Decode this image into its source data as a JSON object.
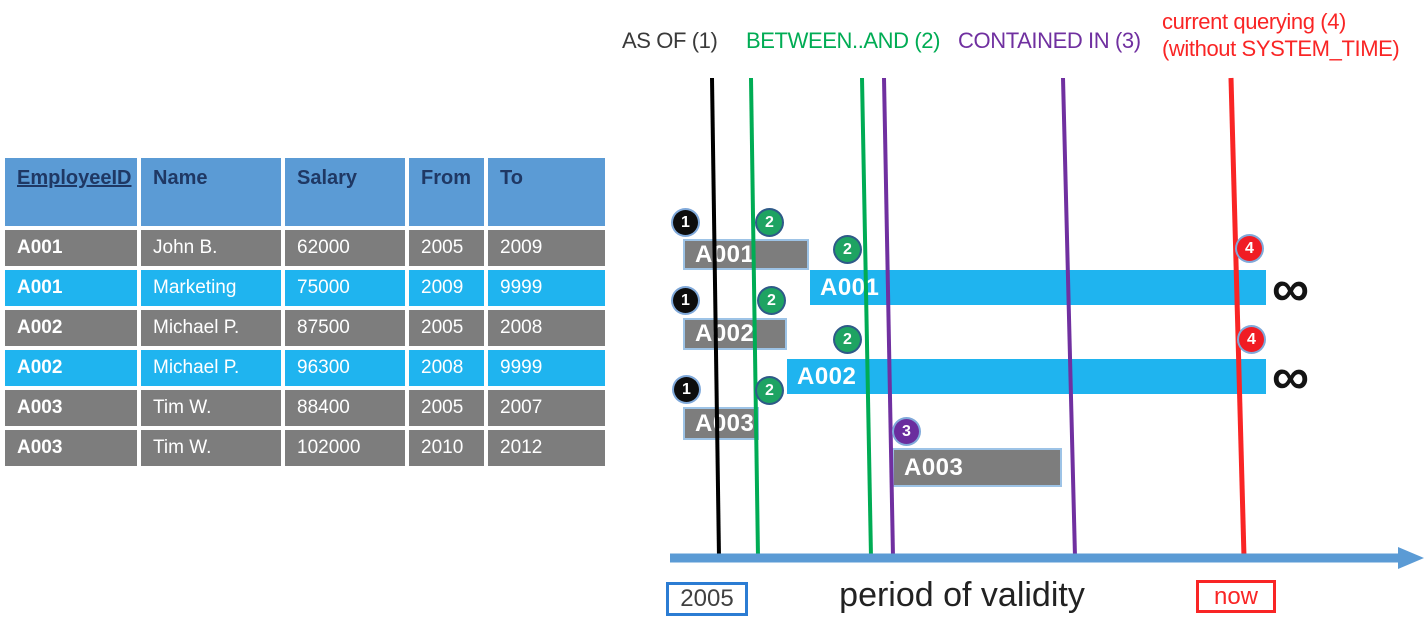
{
  "colors": {
    "line_black": "#000000",
    "green": "#00ac54",
    "purple": "#7030a0",
    "red": "#f92525",
    "axis_blue": "#5b9bd5",
    "table_header_blue": "#5b9bd5",
    "table_header_text": "#1f3864",
    "gray_bar": "#7d7d7d",
    "cyan_bar": "#1fb4ef",
    "bar_border": "#9dc3e6"
  },
  "legend": {
    "as_of": "AS OF (1)",
    "between_and": "BETWEEN..AND (2)",
    "contained_in": "CONTAINED IN (3)",
    "current_line1": "current querying (4)",
    "current_line2": "(without SYSTEM_TIME)"
  },
  "table": {
    "headers": [
      "EmployeeID",
      "Name",
      "Salary",
      "From",
      "To"
    ],
    "rows": [
      {
        "cells": [
          "A001",
          "John  B.",
          "62000",
          "2005",
          "2009"
        ]
      },
      {
        "cells": [
          "A001",
          "Marketing",
          "75000",
          "2009",
          "9999"
        ]
      },
      {
        "cells": [
          "A002",
          "Michael P.",
          "87500",
          "2005",
          "2008"
        ]
      },
      {
        "cells": [
          "A002",
          "Michael P.",
          "96300",
          "2008",
          "9999"
        ]
      },
      {
        "cells": [
          "A003",
          "Tim W.",
          "88400",
          "2005",
          "2007"
        ]
      },
      {
        "cells": [
          "A003",
          "Tim W.",
          "102000",
          "2010",
          "2012"
        ]
      }
    ]
  },
  "diagram": {
    "bars": [
      {
        "label": "A001",
        "variant": "gray"
      },
      {
        "label": "A001",
        "variant": "cyan"
      },
      {
        "label": "A002",
        "variant": "gray"
      },
      {
        "label": "A002",
        "variant": "cyan"
      },
      {
        "label": "A003",
        "variant": "gray"
      },
      {
        "label": "A003",
        "variant": "gray"
      }
    ],
    "badges": [
      "1",
      "2",
      "2",
      "1",
      "2",
      "2",
      "1",
      "2",
      "3",
      "4",
      "4"
    ],
    "infinity": "∞",
    "axis": {
      "start_label": "2005",
      "title": "period of validity",
      "now_label": "now"
    }
  }
}
